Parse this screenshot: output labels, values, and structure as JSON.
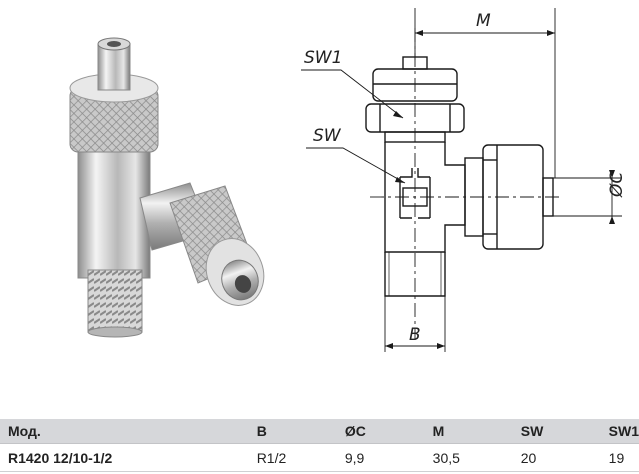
{
  "drawing": {
    "labels": {
      "m": "M",
      "sw1": "SW1",
      "sw": "SW",
      "c": "ØC",
      "b": "B"
    }
  },
  "table": {
    "headers": [
      "Мод.",
      "B",
      "ØC",
      "M",
      "SW",
      "SW1"
    ],
    "rows": [
      [
        "R1420 12/10-1/2",
        "R1/2",
        "9,9",
        "30,5",
        "20",
        "19"
      ]
    ]
  },
  "colors": {
    "header_bg": "#d6d7da",
    "line": "#1a1a1a"
  }
}
